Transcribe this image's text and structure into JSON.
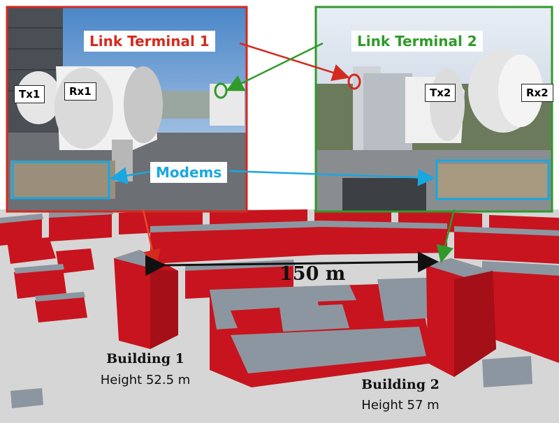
{
  "callouts": {
    "terminal1": "Link Terminal 1",
    "terminal2": "Link Terminal 2",
    "modems": "Modems"
  },
  "devices": {
    "tx1": "Tx1",
    "rx1": "Rx1",
    "tx2": "Tx2",
    "rx2": "Rx2"
  },
  "distance": "150 m",
  "buildings": [
    {
      "name": "Building 1",
      "height": "Height 52.5 m"
    },
    {
      "name": "Building 2",
      "height": "Height 57 m"
    }
  ],
  "colors": {
    "terminal1_frame": "#d42a1e",
    "terminal2_frame": "#2f9a2a",
    "modems_frame": "#19a7e0",
    "building_red": "#c8141e",
    "roof_gray": "#8c96a0",
    "ground_gray": "#d6d6d6"
  }
}
